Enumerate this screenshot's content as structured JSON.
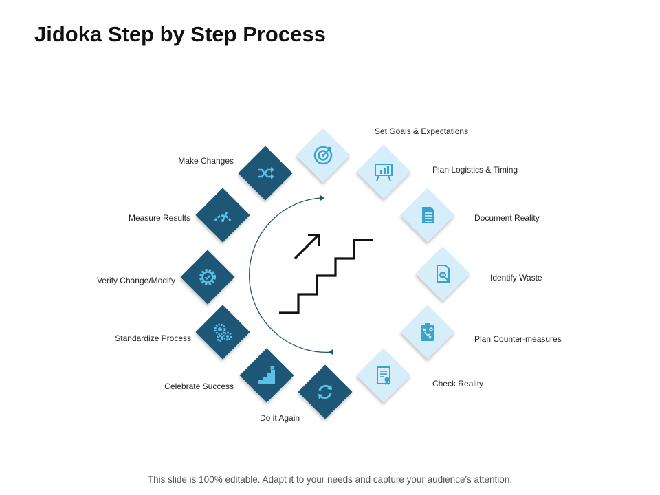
{
  "title": "Jidoka Step by Step Process",
  "footer": "This slide is 100% editable. Adapt it to your needs and capture your audience's attention.",
  "colors": {
    "dark": "#1d5775",
    "light": "#d5eef9",
    "light_icon": "#3aa3cc"
  },
  "steps": [
    {
      "label": "Set Goals & Expectations",
      "icon": "target-icon"
    },
    {
      "label": "Plan Logistics & Timing",
      "icon": "presentation-chart-icon"
    },
    {
      "label": "Document Reality",
      "icon": "document-icon"
    },
    {
      "label": "Identify Waste",
      "icon": "document-search-icon"
    },
    {
      "label": "Plan Counter-measures",
      "icon": "strategy-clipboard-icon"
    },
    {
      "label": "Check Reality",
      "icon": "certificate-icon"
    },
    {
      "label": "Do it Again",
      "icon": "refresh-icon"
    },
    {
      "label": "Celebrate Success",
      "icon": "stairs-icon"
    },
    {
      "label": "Standardize Process",
      "icon": "gears-icon"
    },
    {
      "label": "Verify Change/Modify",
      "icon": "gear-icon"
    },
    {
      "label": "Measure Results",
      "icon": "gauge-icon"
    },
    {
      "label": "Make Changes",
      "icon": "shuffle-icon"
    }
  ],
  "center_icon": "stairs-arrow-icon"
}
